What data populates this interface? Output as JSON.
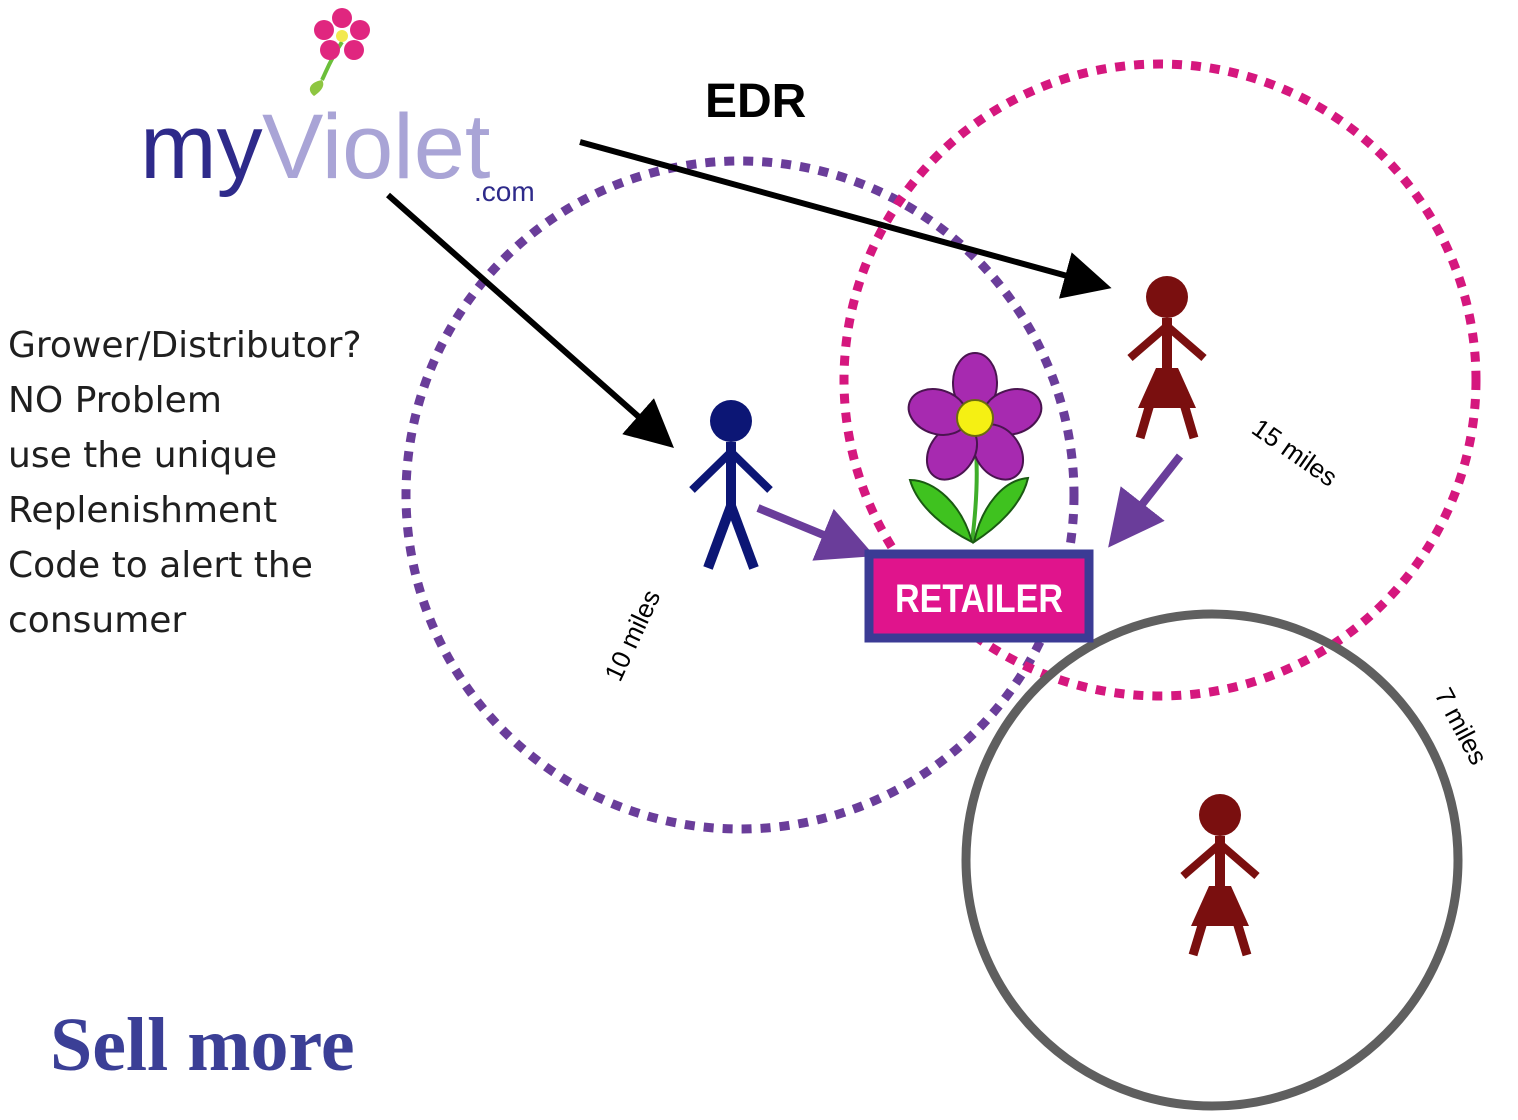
{
  "logo": {
    "text_my": "my",
    "text_violet": "Violet",
    "text_com": ".com"
  },
  "edr_label": "EDR",
  "side_text": [
    "Grower/Distributor?",
    "NO Problem",
    "use the unique",
    "Replenishment",
    "Code to alert the",
    "consumer"
  ],
  "retailer_label": "RETAILER",
  "distances": {
    "ten": "10 miles",
    "fifteen": "15 miles",
    "seven": "7 miles"
  },
  "headline": "Sell more",
  "colors": {
    "purple_ring": "#6a3d9a",
    "magenta_ring": "#d5177e",
    "gray_ring": "#5f5f5f",
    "consumer_blue": "#0c1675",
    "consumer_red": "#7a0f0f",
    "retailer_fill": "#e0148c",
    "retailer_border": "#3b3b95",
    "arrow_purple": "#6a3d9a",
    "headline": "#3b3f96"
  }
}
